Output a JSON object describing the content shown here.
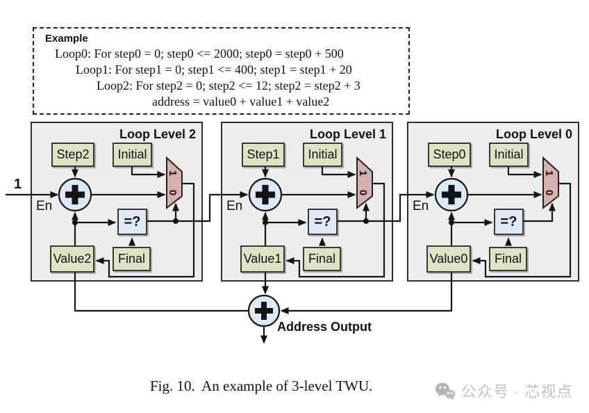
{
  "example_box": {
    "title": "Example",
    "lines": [
      "Loop0: For step0 = 0; step0 <= 2000; step0 = step0 + 500",
      "Loop1: For step1 = 0; step1 <= 400; step1 = step1 + 20",
      "Loop2: For step2 = 0; step2 <= 12; step2 = step2 + 3",
      "address = value0 + value1 + value2"
    ]
  },
  "blocks": [
    {
      "title": "Loop Level 2",
      "step_label": "Step2",
      "initial_label": "Initial",
      "comparator_label": "=?",
      "final_label": "Final",
      "value_label": "Value2",
      "enable_label": "En",
      "mux_one": "1",
      "mux_zero": "0"
    },
    {
      "title": "Loop Level 1",
      "step_label": "Step1",
      "initial_label": "Initial",
      "comparator_label": "=?",
      "final_label": "Final",
      "value_label": "Value1",
      "enable_label": "En",
      "mux_one": "1",
      "mux_zero": "0"
    },
    {
      "title": "Loop Level 0",
      "step_label": "Step0",
      "initial_label": "Initial",
      "comparator_label": "=?",
      "final_label": "Final",
      "value_label": "Value0",
      "enable_label": "En",
      "mux_one": "1",
      "mux_zero": "0"
    }
  ],
  "external_input_label": "1",
  "address_output_label": "Address Output",
  "caption": "Fig. 10.  An example of 3-level TWU.",
  "watermark": {
    "icon": "wechat-icon",
    "text": "公众号 · 芯视点"
  },
  "colors": {
    "register_box_fill": "#dfe3c3",
    "adder_fill": "#dde9f6",
    "comparator_fill": "#dde9f6",
    "mux_fill": "#d7b1ab",
    "block_fill": "#ededed",
    "wire": "#141414",
    "watermark_gray": "#c2c2c2"
  }
}
